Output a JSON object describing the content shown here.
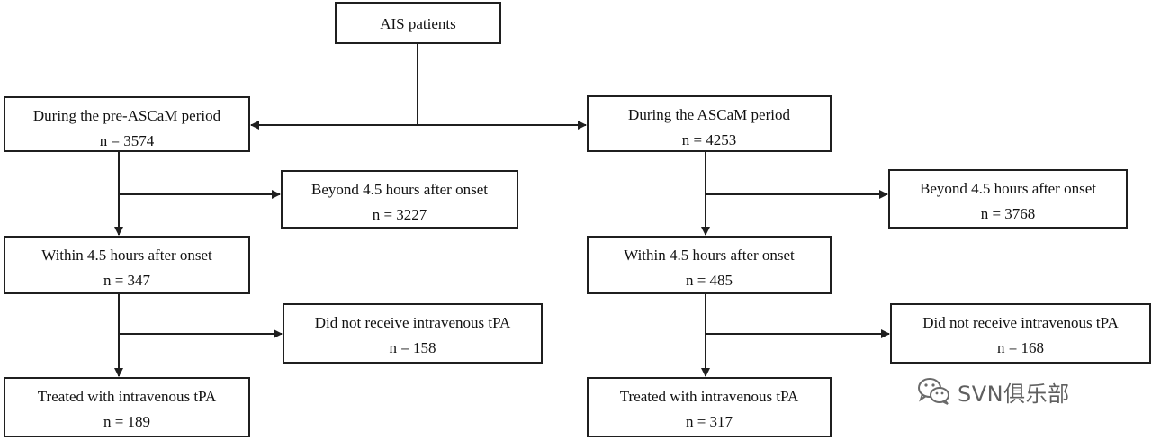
{
  "diagram": {
    "root": {
      "label": "AIS patients"
    },
    "left": {
      "period": {
        "label": "During the pre-ASCaM period",
        "count": "n = 3574"
      },
      "beyond": {
        "label": "Beyond 4.5 hours after onset",
        "count": "n = 3227"
      },
      "within": {
        "label": "Within 4.5 hours after onset",
        "count": "n = 347"
      },
      "not_received": {
        "label": "Did not receive intravenous tPA",
        "count": "n = 158"
      },
      "treated": {
        "label": "Treated with intravenous tPA",
        "count": "n = 189"
      }
    },
    "right": {
      "period": {
        "label": "During the ASCaM period",
        "count": "n = 4253"
      },
      "beyond": {
        "label": "Beyond 4.5 hours after onset",
        "count": "n = 3768"
      },
      "within": {
        "label": "Within 4.5 hours after onset",
        "count": "n = 485"
      },
      "not_received": {
        "label": "Did not receive intravenous tPA",
        "count": "n = 168"
      },
      "treated": {
        "label": "Treated with intravenous tPA",
        "count": "n = 317"
      }
    }
  },
  "watermark": {
    "text": "SVN俱乐部",
    "icon": "wechat-icon"
  },
  "colors": {
    "line": "#1f1f1f",
    "text": "#111111",
    "watermark": "#5f5f5f"
  }
}
